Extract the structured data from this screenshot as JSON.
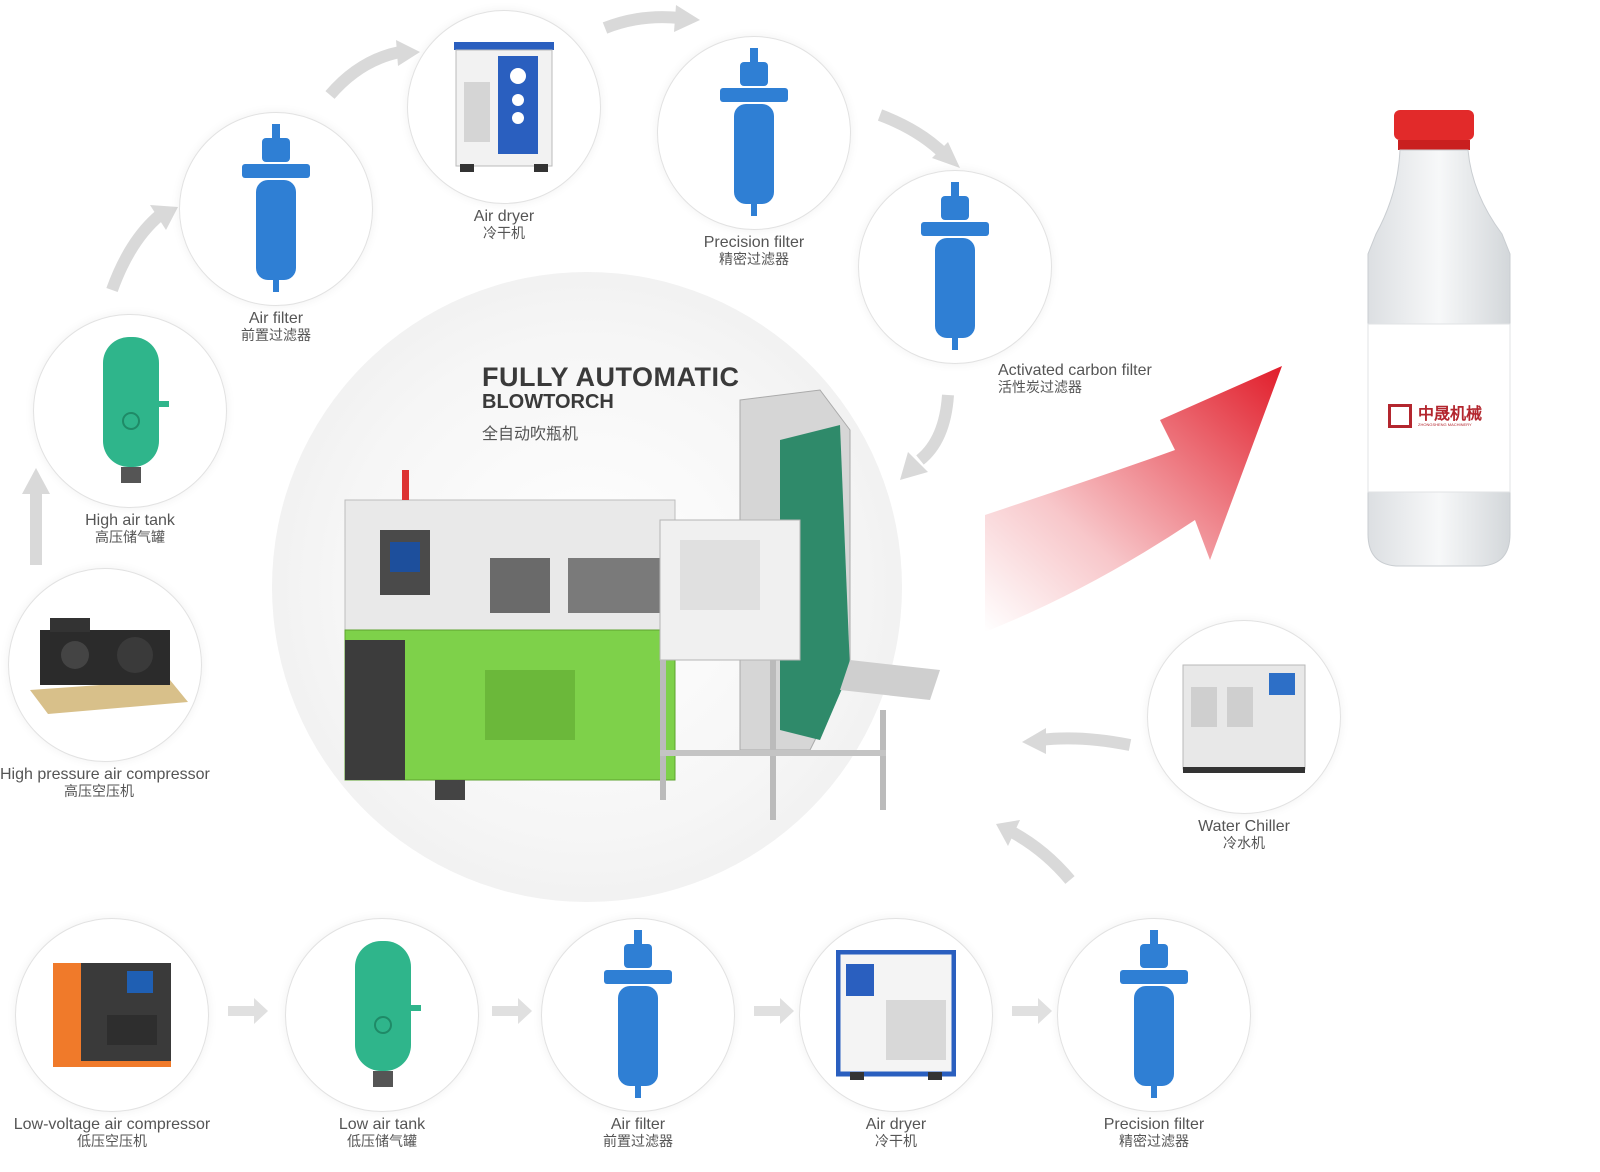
{
  "title": {
    "line1": "FULLY AUTOMATIC",
    "line2": "BLOWTORCH",
    "zh": "全自动吹瓶机"
  },
  "nodes": {
    "air_filter_top": {
      "en": "Air filter",
      "zh": "前置过滤器",
      "icon": "blue-filter-icon"
    },
    "air_dryer_top": {
      "en": "Air dryer",
      "zh": "冷干机",
      "icon": "air-dryer-icon"
    },
    "precision_filter_top": {
      "en": "Precision filter",
      "zh": "精密过滤器",
      "icon": "blue-filter-icon"
    },
    "activated_carbon_filter": {
      "en": "Activated carbon filter",
      "zh": "活性炭过滤器",
      "icon": "blue-filter-icon"
    },
    "high_air_tank": {
      "en": "High air tank",
      "zh": "高压储气罐",
      "icon": "green-tank-icon"
    },
    "high_pressure_compressor": {
      "en": "High pressure air compressor",
      "zh": "高压空压机",
      "icon": "compressor-icon"
    },
    "water_chiller": {
      "en": "Water Chiller",
      "zh": "冷水机",
      "icon": "chiller-icon"
    },
    "low_voltage_compressor": {
      "en": "Low-voltage air compressor",
      "zh": "低压空压机",
      "icon": "screw-compressor-icon"
    },
    "low_air_tank": {
      "en": "Low air tank",
      "zh": "低压储气罐",
      "icon": "green-tank-icon"
    },
    "air_filter_bottom": {
      "en": "Air filter",
      "zh": "前置过滤器",
      "icon": "blue-filter-icon"
    },
    "air_dryer_bottom": {
      "en": "Air dryer",
      "zh": "冷干机",
      "icon": "air-dryer-icon"
    },
    "precision_filter_bottom": {
      "en": "Precision filter",
      "zh": "精密过滤器",
      "icon": "blue-filter-icon"
    }
  },
  "brand": {
    "zh": "中晟机械",
    "en": "ZHONGSHENG MACHINERY"
  },
  "colors": {
    "filter_blue": "#2f7fd4",
    "tank_green": "#2fb58b",
    "machine_green": "#7ed14a",
    "arrow_red": "#e11d2a",
    "cap_red": "#e22a2a",
    "brand_red": "#b3262e"
  }
}
